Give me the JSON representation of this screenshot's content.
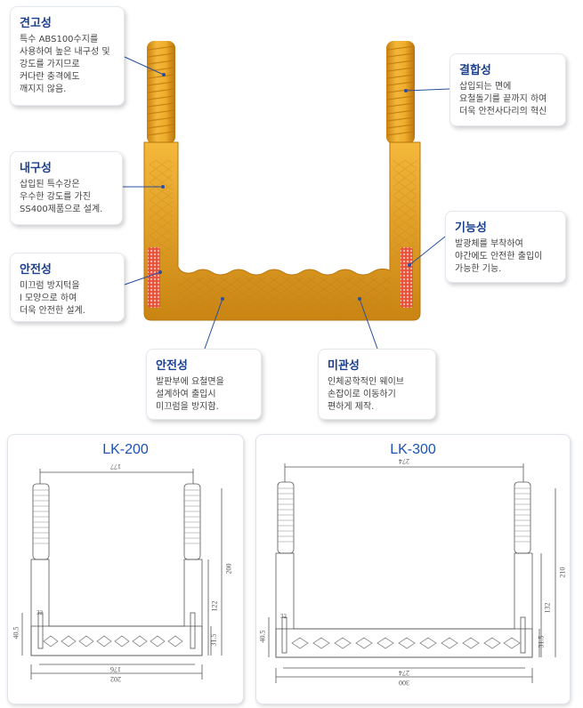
{
  "callouts": {
    "durability": {
      "title": "견고성",
      "body": "특수 ABS100수지를\n사용하여 높은 내구성 및\n강도를 가지므로\n커다란 충격에도\n깨지지 않음."
    },
    "coupling": {
      "title": "결합성",
      "body": "삽입되는 면에\n요철돌기를 끝까지 하여\n더욱 안전사다리의 혁신"
    },
    "strength": {
      "title": "내구성",
      "body": "삽입된 특수강은\n우수한 강도를 가진\nSS400제품으로 설계."
    },
    "function": {
      "title": "기능성",
      "body": "발광체를 부착하여\n야간에도 안전한 출입이\n가능한 기능."
    },
    "safety_side": {
      "title": "안전성",
      "body": "미끄럼 방지턱을\nl 모양으로 하여\n더욱 안전한 설계."
    },
    "safety_step": {
      "title": "안전성",
      "body": "발판부에 요철면을\n설계하여 출입시\n미끄럼을 방지함."
    },
    "aesthetics": {
      "title": "미관성",
      "body": "인체공학적인 웨이브\n손잡이로 이동하기\n편하게 제작."
    }
  },
  "drawings": [
    {
      "title": "LK-200",
      "dims": {
        "top": "177",
        "height_total": "200",
        "mid": "122",
        "left_step": "40.5",
        "right_step": "31.5",
        "inner_bottom": "176",
        "outer_bottom": "202",
        "small": "32"
      }
    },
    {
      "title": "LK-300",
      "dims": {
        "top": "274",
        "height_total": "210",
        "mid": "132",
        "left_step": "40.5",
        "right_step": "31.5",
        "inner_bottom": "274",
        "outer_bottom": "300",
        "small": "32"
      }
    }
  ],
  "colors": {
    "product": "#e8a020",
    "title_blue": "#1a3f8f",
    "reflector": "#e8503a"
  }
}
